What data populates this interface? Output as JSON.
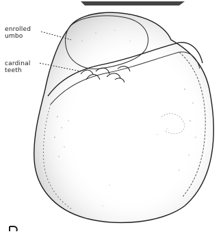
{
  "labels": {
    "enrolled_umbo": [
      "enrolled",
      "umbo"
    ],
    "cardinal_teeth": [
      "cardinal",
      "teeth"
    ]
  },
  "colors": {
    "ink": "#1a1a1a",
    "shading": "#8a8a8a",
    "background": "#ffffff"
  }
}
